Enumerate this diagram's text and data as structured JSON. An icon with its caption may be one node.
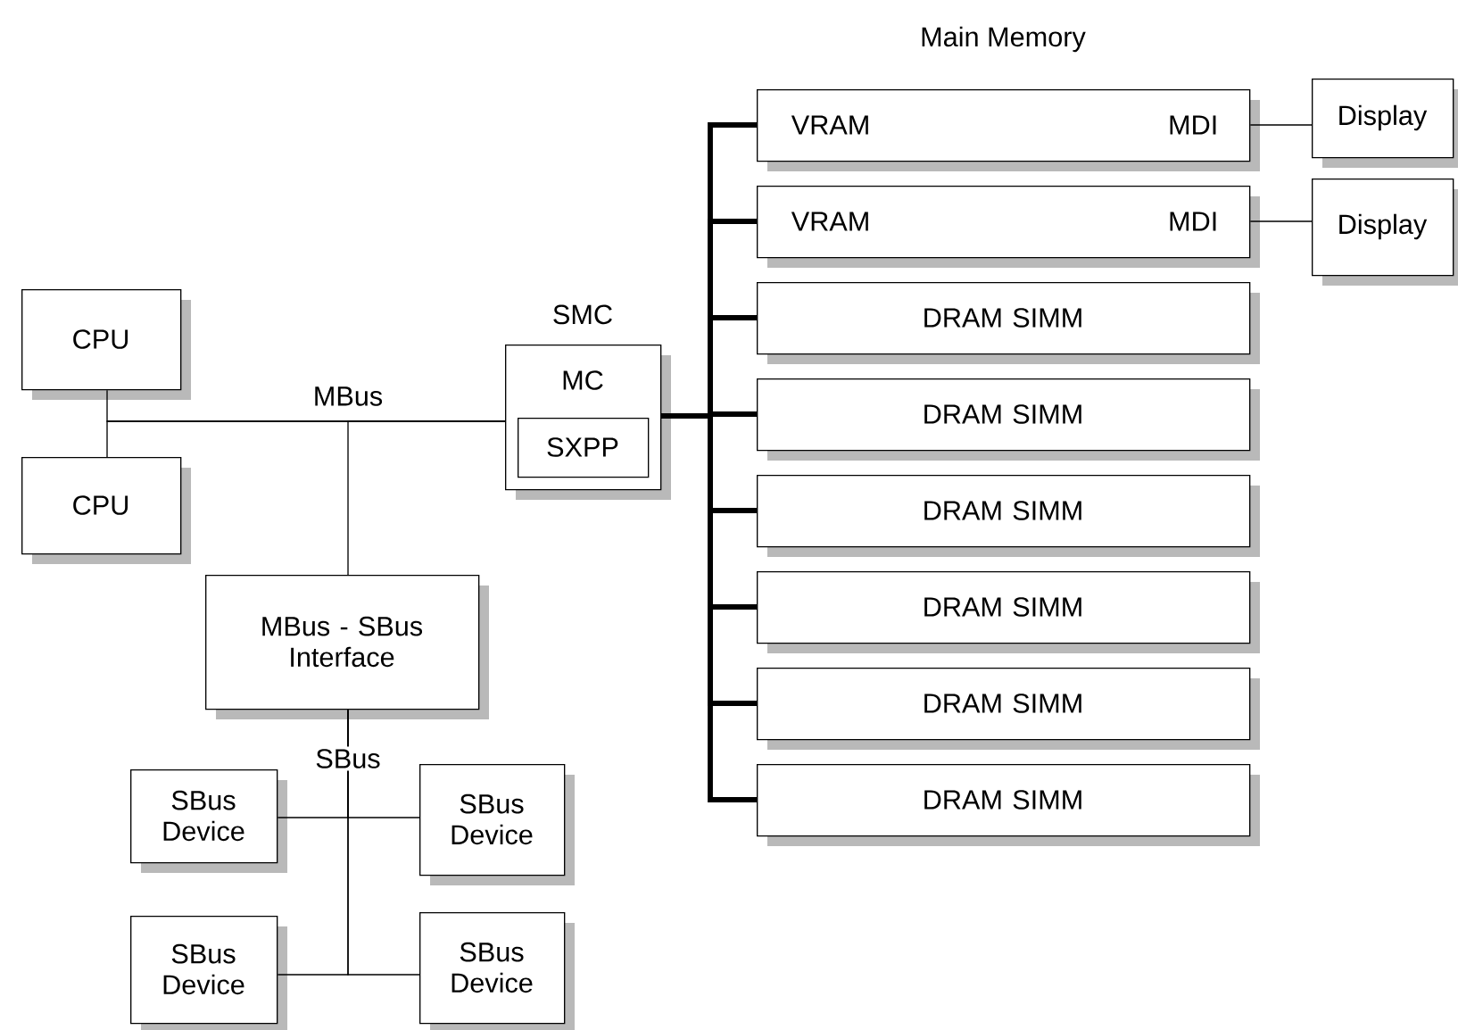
{
  "diagram": {
    "nodes": [
      {
        "text": [
          "CPU"
        ]
      },
      {
        "text": [
          "CPU"
        ]
      },
      {
        "text": [
          "SMC",
          "MC"
        ]
      },
      {
        "text": [
          "SXPP"
        ],
        "in": 2
      },
      {
        "text": [
          "MBus - SBus Interface"
        ]
      },
      {
        "text": [
          "SBus Device"
        ]
      },
      {
        "text": [
          "SBus Device"
        ]
      },
      {
        "text": [
          "SBus Device"
        ]
      },
      {
        "text": [
          "SBus Device"
        ]
      },
      {
        "text": [
          "VRAM",
          "MDI"
        ]
      },
      {
        "text": [
          "VRAM",
          "MDI"
        ]
      },
      {
        "text": [
          "DRAM SIMM"
        ]
      },
      {
        "text": [
          "DRAM SIMM"
        ]
      },
      {
        "text": [
          "DRAM SIMM"
        ]
      },
      {
        "text": [
          "DRAM SIMM"
        ]
      },
      {
        "text": [
          "DRAM SIMM"
        ]
      },
      {
        "text": [
          "DRAM SIMM"
        ]
      },
      {
        "text": [
          "Display"
        ]
      },
      {
        "text": [
          "Display"
        ]
      }
    ],
    "edges": [
      {
        "from": 0,
        "to": 2,
        "arrow": "none",
        "label": "MBus"
      },
      {
        "from": 1,
        "to": 2,
        "arrow": "none"
      },
      {
        "from": 4,
        "to": 2,
        "arrow": "none"
      },
      {
        "from": 4,
        "to": 5,
        "arrow": "none",
        "label": "SBus"
      },
      {
        "from": 4,
        "to": 6,
        "arrow": "none"
      },
      {
        "from": 4,
        "to": 7,
        "arrow": "none"
      },
      {
        "from": 4,
        "to": 8,
        "arrow": "none"
      },
      {
        "from": 2,
        "to": 9,
        "arrow": "none",
        "style": "thick"
      },
      {
        "from": 2,
        "to": 10,
        "arrow": "none",
        "style": "thick"
      },
      {
        "from": 2,
        "to": 11,
        "arrow": "none",
        "style": "thick"
      },
      {
        "from": 2,
        "to": 12,
        "arrow": "none",
        "style": "thick"
      },
      {
        "from": 2,
        "to": 13,
        "arrow": "none",
        "style": "thick"
      },
      {
        "from": 2,
        "to": 14,
        "arrow": "none",
        "style": "thick"
      },
      {
        "from": 2,
        "to": 15,
        "arrow": "none",
        "style": "thick"
      },
      {
        "from": 2,
        "to": 16,
        "arrow": "none",
        "style": "thick"
      },
      {
        "from": 9,
        "to": 17,
        "arrow": "none"
      },
      {
        "from": 10,
        "to": 18,
        "arrow": "none"
      }
    ],
    "labels": [
      "Main Memory"
    ]
  }
}
